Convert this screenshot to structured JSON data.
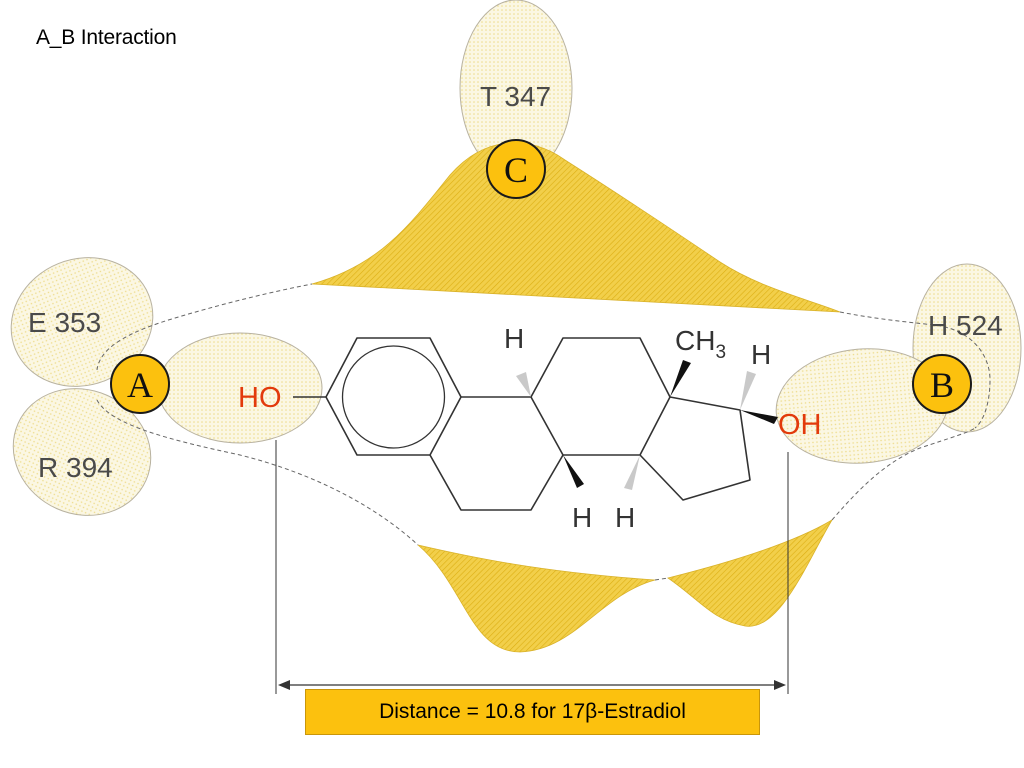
{
  "title": "A_B Interaction",
  "sites": {
    "a": "A",
    "b": "B",
    "c": "C"
  },
  "residues": {
    "e": "E 353",
    "r": "R 394",
    "t": "T 347",
    "h": "H 524"
  },
  "atoms": {
    "ho": "HO",
    "oh": "OH",
    "h": "H",
    "ch": "CH",
    "ch_sub": "3"
  },
  "distance_label": "Distance = 10.8 for 17β-Estradiol",
  "colors": {
    "site_fill": "#fcc10e",
    "hydrophobic_fill": "#f2cf4a",
    "ellipse_fill": "#fbf7e3",
    "oxygen": "#e23a0c"
  }
}
